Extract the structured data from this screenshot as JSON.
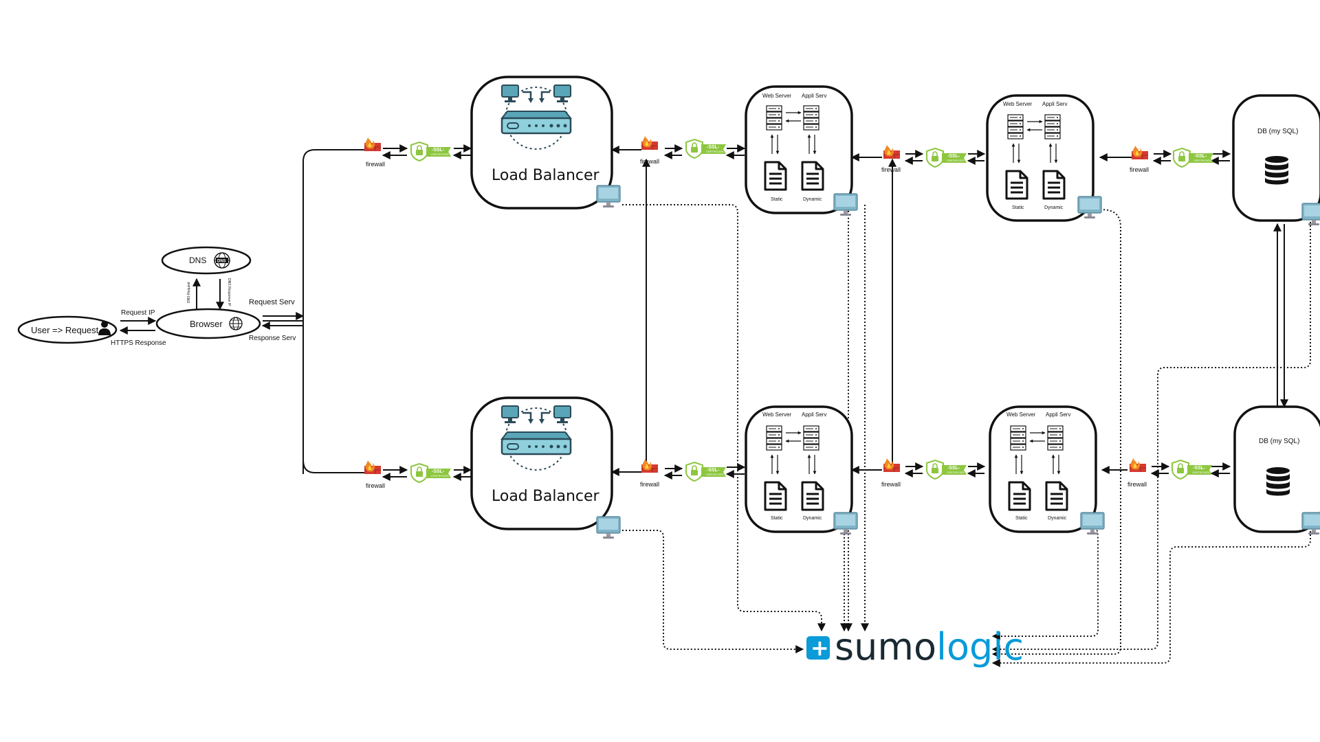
{
  "user": {
    "label": "User => Request"
  },
  "dns": {
    "label": "DNS",
    "badge": "DNS",
    "request_label": "DNS Request",
    "response_label": "DNS Response IP"
  },
  "browser": {
    "label": "Browser"
  },
  "links": {
    "request_ip": "Request IP",
    "https_response": "HTTPS Response",
    "request_serv": "Request Serv",
    "response_serv": "Response Serv"
  },
  "load_balancers": [
    {
      "label": "Load Balancer"
    },
    {
      "label": "Load Balancer"
    }
  ],
  "firewall_label": "firewall",
  "ssl": {
    "text": "-SSL-",
    "sub": "CERTIFICATE"
  },
  "server_groups": [
    {
      "web": "Web Server",
      "app": "Appli Serv",
      "static": "Static",
      "dynamic": "Dynamic"
    },
    {
      "web": "Web Server",
      "app": "Appli Serv",
      "static": "Static",
      "dynamic": "Dynamic"
    },
    {
      "web": "Web Server",
      "app": "Appli Serv",
      "static": "Static",
      "dynamic": "Dynamic"
    },
    {
      "web": "Web Server",
      "app": "Appli Serv",
      "static": "Static",
      "dynamic": "Dynamic"
    }
  ],
  "databases": [
    {
      "label": "DB (my SQL)"
    },
    {
      "label": "DB (my SQL)"
    }
  ],
  "sumologic": {
    "part1": "sumo",
    "part2": "logic",
    "plus": "+"
  },
  "colors": {
    "firewall_red": "#d63a2f",
    "flame": "#f08a24",
    "ssl_green": "#8dc63f",
    "monitor": "#7fb3c7",
    "lb_teal": "#5aa6b8",
    "sumo_dark": "#1a2a33",
    "sumo_blue": "#0a9bd8"
  }
}
